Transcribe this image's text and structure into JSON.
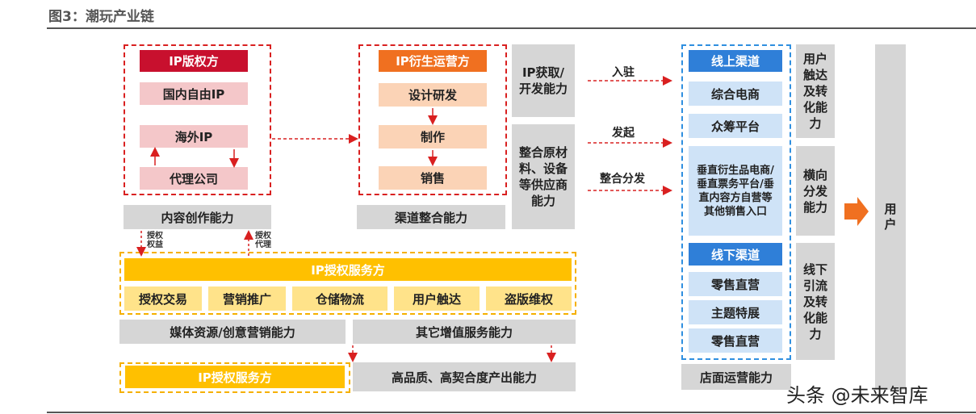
{
  "figure_title": "图3：潮玩产业链",
  "ip_owner": {
    "header": "IP版权方",
    "items": [
      "国内自由IP",
      "海外IP",
      "代理公司"
    ],
    "capability": "内容创作能力"
  },
  "ip_operator": {
    "header": "IP衍生运营方",
    "items": [
      "设计研发",
      "制作",
      "销售"
    ],
    "capability": "渠道整合能力"
  },
  "middle_capabilities": [
    "IP获取/开发能力",
    "整合原材料、设备等供应商能力"
  ],
  "arrow_labels": [
    "入驻",
    "发起",
    "整合分发"
  ],
  "license_labels": {
    "left": "授权权益",
    "right": "授权代理"
  },
  "ip_service": {
    "header": "IP授权服务方",
    "items": [
      "授权交易",
      "营销推广",
      "仓储物流",
      "用户触达",
      "盗版维权"
    ],
    "capabilities": [
      "媒体资源/创意营销能力",
      "其它增值服务能力"
    ]
  },
  "bottom": {
    "service": "IP授权服务方",
    "capability": "高品质、高契合度产出能力"
  },
  "channels": {
    "online_header": "线上渠道",
    "online_items": [
      "综合电商",
      "众筹平台",
      "垂直衍生品电商/垂直票务平台/垂直内容方自营等其他销售入口"
    ],
    "offline_header": "线下渠道",
    "offline_items": [
      "零售直营",
      "主题特展",
      "零售直营"
    ],
    "capability": "店面运营能力"
  },
  "right_capabilities": [
    "用户触达及转化能力",
    "横向分发能力",
    "线下引流及转化能力"
  ],
  "user": "用户",
  "watermark": "头条 @未来智库",
  "colors": {
    "red": "#c8102e",
    "orange": "#f07020",
    "yellow": "#ffc000",
    "blue": "#2f7fd8"
  }
}
